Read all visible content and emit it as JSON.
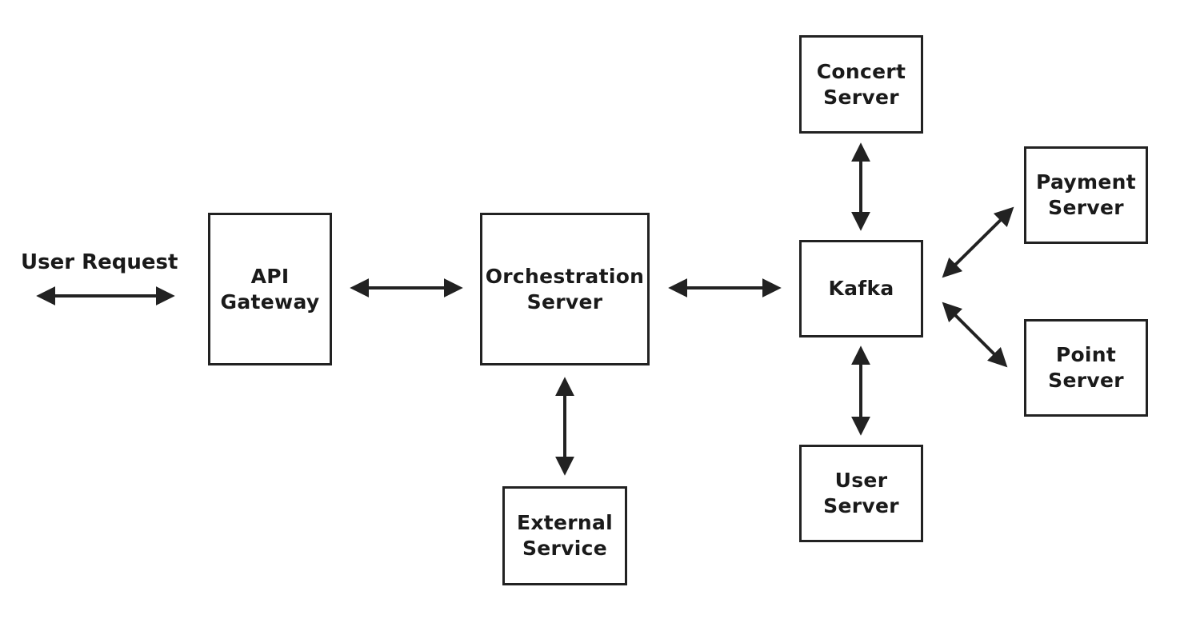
{
  "diagram": {
    "user_request_label": "User Request",
    "nodes": {
      "api_gateway": [
        "API",
        "Gateway"
      ],
      "orchestration_server": [
        "Orchestration",
        "Server"
      ],
      "external_service": [
        "External",
        "Service"
      ],
      "kafka": [
        "Kafka"
      ],
      "concert_server": [
        "Concert",
        "Server"
      ],
      "payment_server": [
        "Payment",
        "Server"
      ],
      "point_server": [
        "Point",
        "Server"
      ],
      "user_server": [
        "User",
        "Server"
      ]
    },
    "edges": [
      {
        "from": "user-request",
        "to": "api-gateway",
        "direction": "bidirectional"
      },
      {
        "from": "api-gateway",
        "to": "orchestration-server",
        "direction": "bidirectional"
      },
      {
        "from": "orchestration-server",
        "to": "external-service",
        "direction": "bidirectional"
      },
      {
        "from": "orchestration-server",
        "to": "kafka",
        "direction": "bidirectional"
      },
      {
        "from": "kafka",
        "to": "concert-server",
        "direction": "bidirectional"
      },
      {
        "from": "kafka",
        "to": "payment-server",
        "direction": "bidirectional"
      },
      {
        "from": "kafka",
        "to": "point-server",
        "direction": "bidirectional"
      },
      {
        "from": "kafka",
        "to": "user-server",
        "direction": "bidirectional"
      }
    ],
    "line_color": "#222222"
  }
}
